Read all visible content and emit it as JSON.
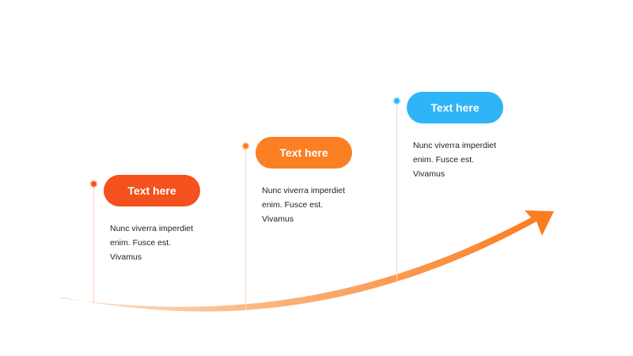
{
  "steps": [
    {
      "title": "Text here",
      "lines": [
        "Nunc viverra imperdiet",
        "enim. Fusce est.",
        "Vivamus"
      ],
      "color": "#F4511E"
    },
    {
      "title": "Text here",
      "lines": [
        "Nunc viverra imperdiet",
        "enim. Fusce est.",
        "Vivamus"
      ],
      "color": "#FB7F23"
    },
    {
      "title": "Text here",
      "lines": [
        "Nunc viverra imperdiet",
        "enim. Fusce est.",
        "Vivamus"
      ],
      "color": "#2EB4F7"
    }
  ],
  "arrow": {
    "color_start": "#FDE2CC",
    "color_end": "#FB7A1C",
    "icon": "growth-arrow"
  },
  "stem_colors": [
    "#F9CFBE",
    "#F9D5BC",
    "#F5D9C4"
  ]
}
